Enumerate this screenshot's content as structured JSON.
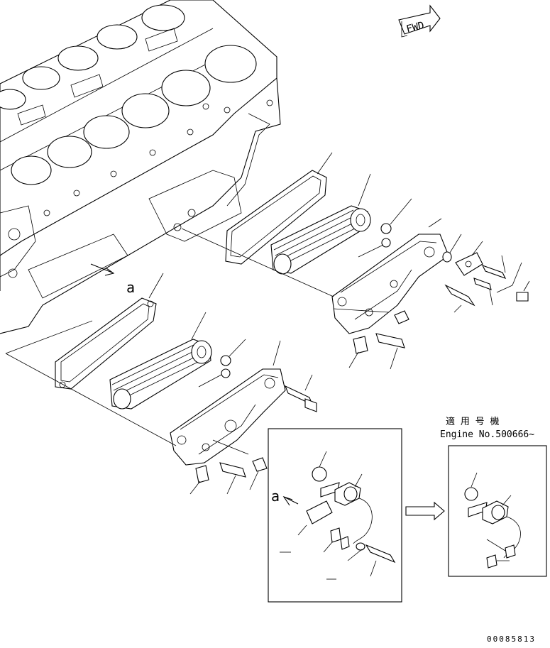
{
  "direction_arrow": {
    "label": "FWD"
  },
  "detail_marker": {
    "main_label": "a",
    "detail_label": "a"
  },
  "applicable_serial": {
    "japanese_label": "適 用 号 機",
    "engine_label": "Engine No.500666~"
  },
  "drawing_number": "00085813"
}
